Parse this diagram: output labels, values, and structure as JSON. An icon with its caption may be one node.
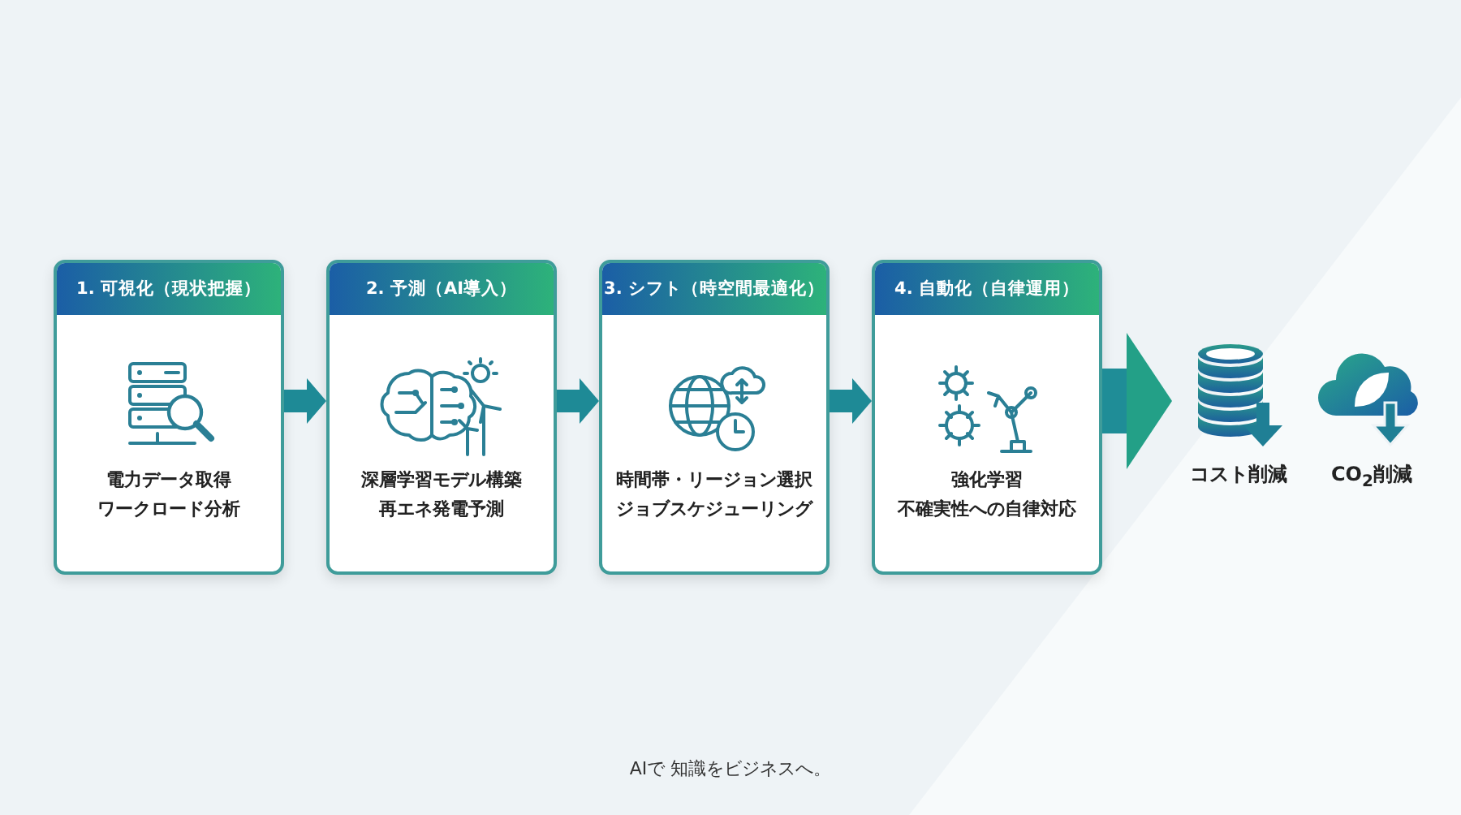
{
  "diagram": {
    "nodes": [
      {
        "text": [
          "1. 可視化（現状把握）",
          "電力データ取得",
          "ワークロード分析"
        ]
      },
      {
        "text": [
          "2. 予測（AI導入）",
          "深層学習モデル構築",
          "再エネ発電予測"
        ]
      },
      {
        "text": [
          "3. シフト（時空間最適化）",
          "時間帯・リージョン選択",
          "ジョブスケジューリング"
        ]
      },
      {
        "text": [
          "4. 自動化（自律運用）",
          "強化学習",
          "不確実性への自律対応"
        ]
      },
      {
        "text": [
          "コスト削減"
        ]
      },
      {
        "text": [
          "CO$_{2}$削減"
        ]
      }
    ],
    "edges": [
      {
        "from": 0,
        "to": 1,
        "arrow": "to"
      },
      {
        "from": 1,
        "to": 2,
        "arrow": "to"
      },
      {
        "from": 2,
        "to": 3,
        "arrow": "to"
      },
      {
        "from": 3,
        "to": 4,
        "arrow": "to",
        "style": "thick"
      }
    ],
    "labels": [
      "AIで 知識をビジネスへ。"
    ]
  }
}
